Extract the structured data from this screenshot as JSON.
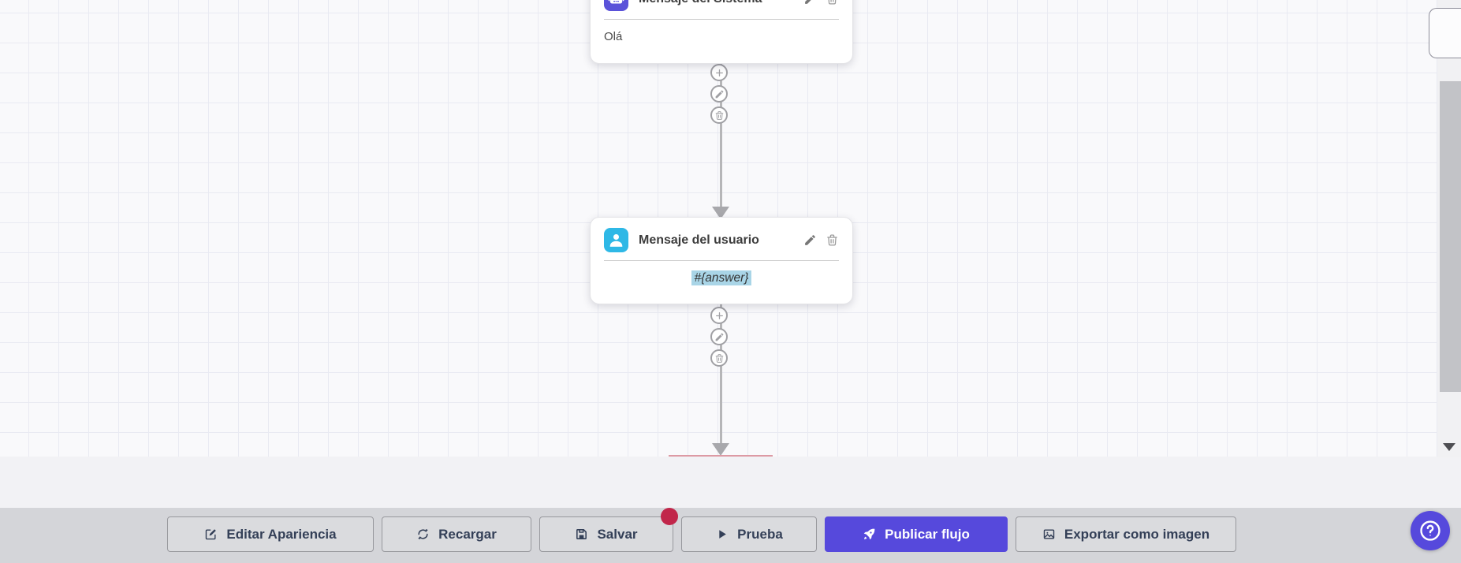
{
  "colors": {
    "accent": "#5649dc",
    "unsaved_badge": "#c1264a",
    "system_icon_bg": "#5a52d9",
    "user_icon_bg": "#2eb8e6",
    "answer_highlight": "#a9d5e7"
  },
  "canvas": {
    "nodes": [
      {
        "title": "Mensaje del Sistema",
        "body": "Olá",
        "icon": "robot-icon"
      },
      {
        "title": "Mensaje del usuario",
        "body": "#{answer}",
        "icon": "user-icon"
      }
    ],
    "node_action_icons": [
      "pencil-icon",
      "trash-icon"
    ],
    "connector_action_icons": [
      "plus-icon",
      "pencil-icon",
      "trash-icon"
    ]
  },
  "toolbar": {
    "buttons": [
      {
        "label": "Editar Apariencia",
        "icon": "edit-square-icon"
      },
      {
        "label": "Recargar",
        "icon": "refresh-icon"
      },
      {
        "label": "Salvar",
        "icon": "save-icon",
        "has_badge": true
      },
      {
        "label": "Prueba",
        "icon": "play-icon"
      },
      {
        "label": "Publicar flujo",
        "icon": "rocket-icon",
        "primary": true
      },
      {
        "label": "Exportar como imagen",
        "icon": "image-icon"
      }
    ]
  },
  "help": {
    "icon": "question-mark-icon"
  }
}
